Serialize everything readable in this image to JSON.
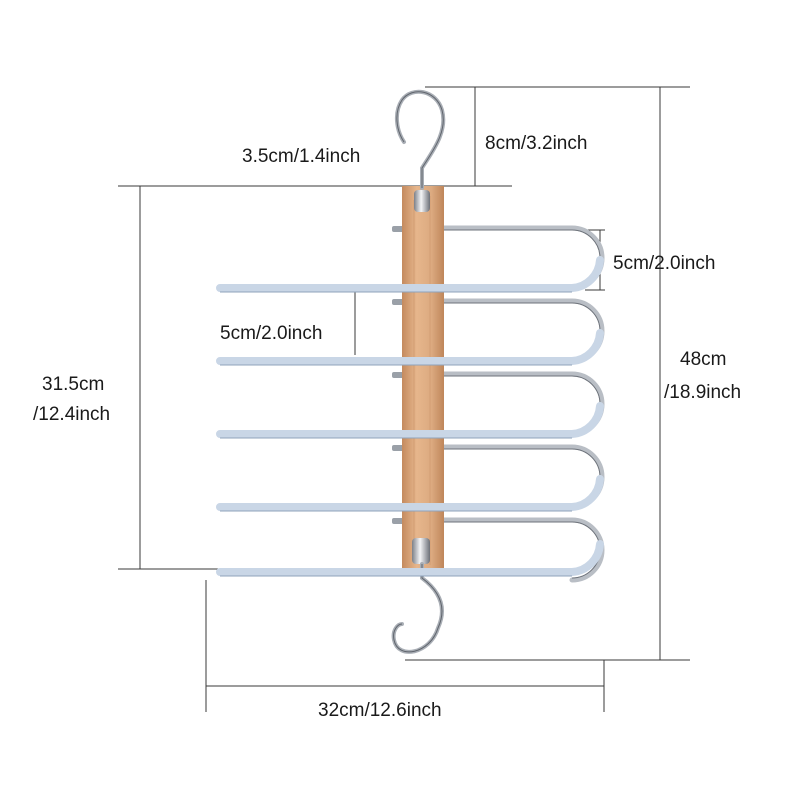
{
  "dimensions": {
    "hook_width": "3.5cm/1.4inch",
    "hook_height": "8cm/3.2inch",
    "bar_spacing_right": "5cm/2.0inch",
    "bar_spacing_left": "5cm/2.0inch",
    "body_height_line1": "31.5cm",
    "body_height_line2": "/12.4inch",
    "total_height_line1": "48cm",
    "total_height_line2": "/18.9inch",
    "width": "32cm/12.6inch"
  },
  "product": {
    "tier_count": 5,
    "colors": {
      "wood": "#dcaa80",
      "wood_dark": "#c89468",
      "bar_coating": "#c9d6e6",
      "bar_edge": "#8fa3bb",
      "chrome": "#bcc0c6",
      "chrome_dark": "#6e737b"
    }
  }
}
